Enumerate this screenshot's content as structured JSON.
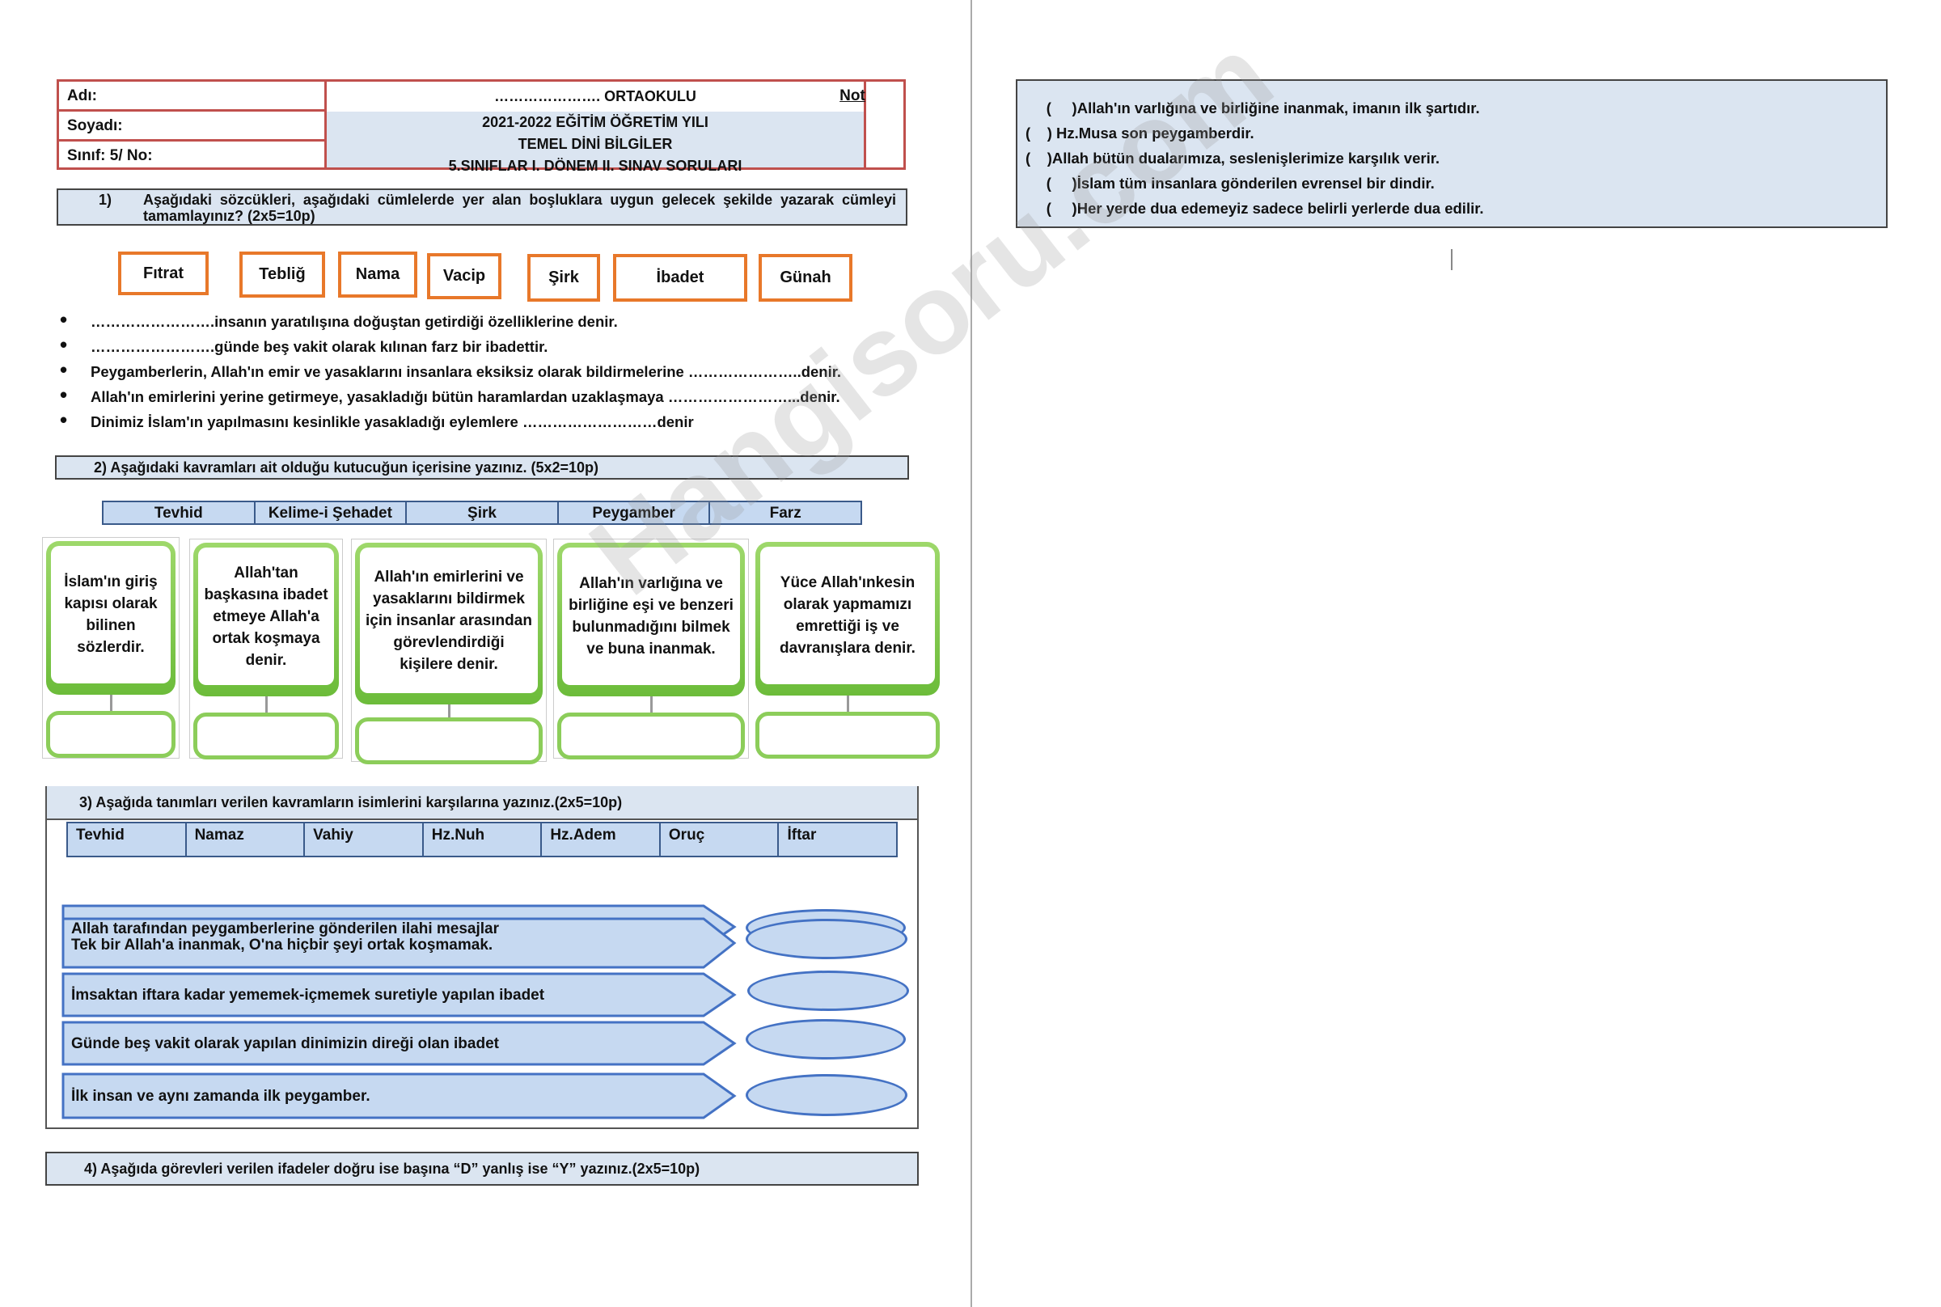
{
  "header": {
    "name_label": "Adı:",
    "surname_label": "Soyadı:",
    "class_label": "Sınıf:  5/          No:",
    "school": "…………………. ORTAOKULU",
    "year": "2021-2022 EĞİTİM ÖĞRETİM YILI",
    "course": "TEMEL DİNİ BİLGİLER",
    "exam": "5.SINIFLAR I. DÖNEM II. SINAV SORULARI",
    "grade_label": "Not"
  },
  "q1": {
    "num": "1)",
    "prompt": "Aşağıdaki sözcükleri, aşağıdaki cümlelerde yer alan boşluklara uygun gelecek şekilde yazarak cümleyi tamamlayınız? (2x5=10p)",
    "words": [
      "Fıtrat",
      "Tebliğ",
      "Nama",
      "Vacip",
      "Şirk",
      "İbadet",
      "Günah"
    ],
    "sentences": [
      "…………………….insanın yaratılışına doğuştan getirdiği özelliklerine denir.",
      "…………………….günde beş vakit olarak kılınan farz bir ibadettir.",
      "Peygamberlerin, Allah'ın emir ve yasaklarını insanlara eksiksiz olarak bildirmelerine …………………..denir.",
      "Allah'ın emirlerini yerine getirmeye, yasakladığı bütün haramlardan uzaklaşmaya ……………………...denir.",
      "Dinimiz İslam'ın yapılmasını kesinlikle yasakladığı eylemlere ………………………denir"
    ]
  },
  "q2": {
    "prompt": "2)   Aşağıdaki kavramları ait olduğu kutucuğun içerisine yazınız. (5x2=10p)",
    "concepts": [
      "Tevhid",
      "Kelime-i Şehadet",
      "Şirk",
      "Peygamber",
      "Farz"
    ],
    "cards": [
      "İslam'ın giriş kapısı olarak bilinen sözlerdir.",
      "Allah'tan başkasına ibadet etmeye Allah'a ortak koşmaya denir.",
      "Allah'ın emirlerini ve yasaklarını bildirmek için insanlar arasından görevlendirdiği kişilere denir.",
      "Allah'ın varlığına ve birliğine eşi ve benzeri bulunmadığını bilmek ve buna inanmak.",
      "Yüce Allah'ınkesin olarak yapmamızı emrettiği iş ve davranışlara denir."
    ]
  },
  "q3": {
    "prompt": "3)   Aşağıda tanımları verilen kavramların isimlerini karşılarına yazınız.(2x5=10p)",
    "terms": [
      "Tevhid",
      "Namaz",
      "Vahiy",
      "Hz.Nuh",
      "Hz.Adem",
      "Oruç",
      "İftar"
    ],
    "definitions": [
      "Allah tarafından peygamberlerine gönderilen ilahi mesajlar",
      "Tek bir Allah'a inanmak, O'na hiçbir şeyi ortak koşmamak.",
      "İmsaktan iftara kadar yememek-içmemek suretiyle yapılan ibadet",
      "Günde beş vakit olarak yapılan dinimizin direği olan ibadet",
      "İlk insan ve aynı zamanda ilk peygamber."
    ]
  },
  "q4": {
    "prompt": "4)    Aşağıda görevleri verilen ifadeler doğru ise başına “D” yanlış ise “Y” yazınız.(2x5=10p)",
    "statements": [
      "     (     )Allah'ın varlığına ve birliğine inanmak, imanın ilk şartıdır.",
      "(    ) Hz.Musa son peygamberdir.",
      "(    )Allah bütün dualarımıza, seslenişlerimize karşılık verir.",
      "     (     )İslam tüm insanlara gönderilen evrensel bir dindir.",
      "     (     )Her yerde dua edemeyiz sadece belirli yerlerde dua edilir."
    ]
  },
  "watermark": "Hangisoru.com",
  "colors": {
    "accent_border": "#c0504d",
    "word_box": "#e8782a",
    "light_blue": "#dbe5f1",
    "card_green": "#6cbc3a",
    "oval_blue": "#4472c4"
  }
}
